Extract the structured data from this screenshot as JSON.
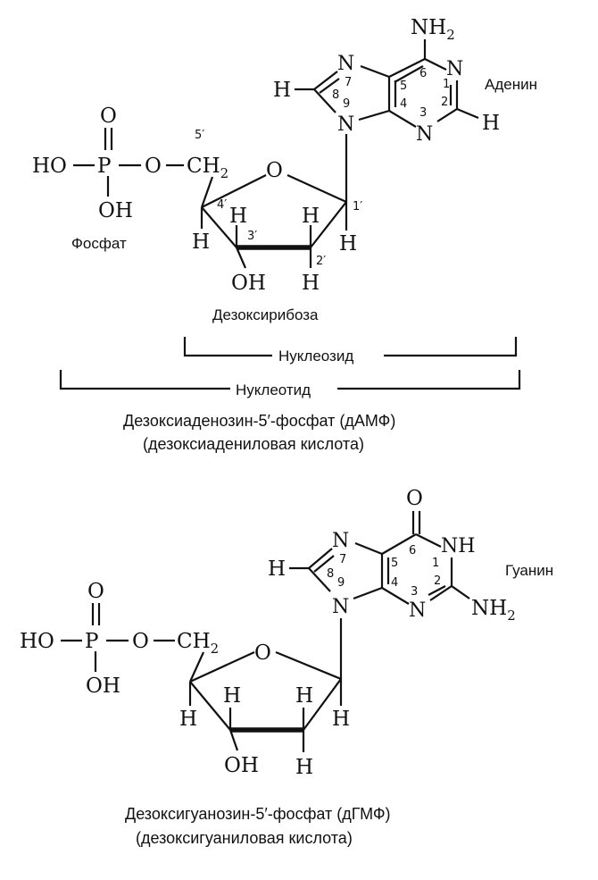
{
  "figure1": {
    "phosphate": {
      "ho": "HO",
      "p": "P",
      "o": "O",
      "oh": "OH",
      "o_top": "O",
      "label": "Фосфат"
    },
    "sugar": {
      "ch2": "CH",
      "ch2_sub": "2",
      "ring_o": "O",
      "h_c4": "H",
      "h_c3_top": "H",
      "h_c2_top": "H",
      "h_c1": "H",
      "oh": "OH",
      "h_c2_bottom": "H",
      "label": "Дезоксирибоза",
      "num_5": "5′",
      "num_4": "4′",
      "num_3": "3′",
      "num_2": "2′",
      "num_1": "1′"
    },
    "base": {
      "nh2": "NH",
      "nh2_sub": "2",
      "n7": "N",
      "n1": "N",
      "h8": "H",
      "n9": "N",
      "n3": "N",
      "h2": "H",
      "num_8": "8",
      "num_7": "7",
      "num_9": "9",
      "num_5": "5",
      "num_4": "4",
      "num_6": "6",
      "num_1": "1",
      "num_2": "2",
      "num_3": "3",
      "label": "Аденин"
    },
    "bracket_nucleoside": "Нуклеозид",
    "bracket_nucleotide": "Нуклеотид",
    "caption_line1": "Дезоксиаденозин-5′-фосфат (дАМФ)",
    "caption_line2": "(дезоксиадениловая кислота)"
  },
  "figure2": {
    "phosphate": {
      "ho": "HO",
      "p": "P",
      "o": "O",
      "oh": "OH",
      "o_top": "O"
    },
    "sugar": {
      "ch2": "CH",
      "ch2_sub": "2",
      "ring_o": "O",
      "h_c4": "H",
      "h_c3_top": "H",
      "h_c2_top": "H",
      "h_c1": "H",
      "oh": "OH",
      "h_c2_bottom": "H"
    },
    "base": {
      "o6": "O",
      "nh": "NH",
      "n7": "N",
      "h8": "H",
      "n9": "N",
      "n3": "N",
      "nh2": "NH",
      "nh2_sub": "2",
      "num_8": "8",
      "num_7": "7",
      "num_9": "9",
      "num_5": "5",
      "num_4": "4",
      "num_6": "6",
      "num_1": "1",
      "num_2": "2",
      "num_3": "3",
      "label": "Гуанин"
    },
    "caption_line1": "Дезоксигуанозин-5′-фосфат (дГМФ)",
    "caption_line2": "(дезоксигуаниловая кислота)"
  }
}
